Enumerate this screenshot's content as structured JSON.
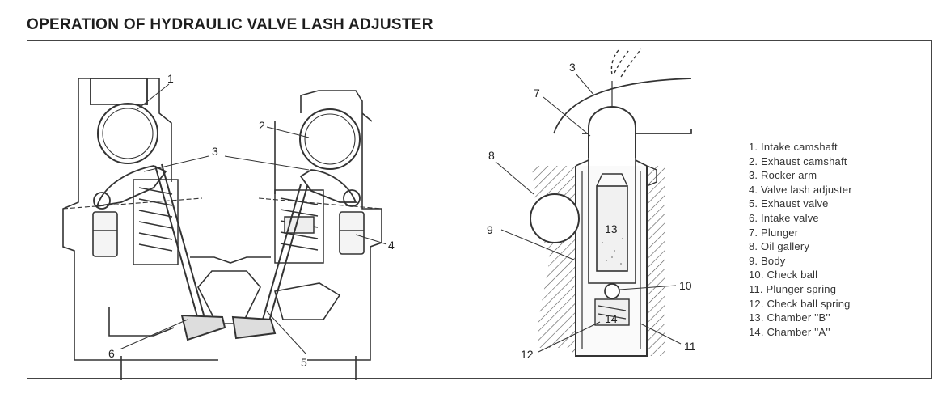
{
  "header": {
    "title": "OPERATION OF HYDRAULIC VALVE LASH ADJUSTER"
  },
  "diagram_left": {
    "callouts": [
      "1",
      "2",
      "3",
      "4",
      "5",
      "6"
    ]
  },
  "diagram_right": {
    "callouts": [
      "3",
      "7",
      "8",
      "9",
      "13",
      "10",
      "14",
      "12",
      "11"
    ]
  },
  "legend": {
    "items": [
      "1. Intake camshaft",
      "2. Exhaust camshaft",
      "3. Rocker arm",
      "4. Valve lash adjuster",
      "5. Exhaust valve",
      "6. Intake valve",
      "7. Plunger",
      "8. Oil gallery",
      "9. Body",
      "10. Check ball",
      "11. Plunger spring",
      "12. Check ball spring",
      "13. Chamber ''B''",
      "14. Chamber ''A''"
    ]
  }
}
